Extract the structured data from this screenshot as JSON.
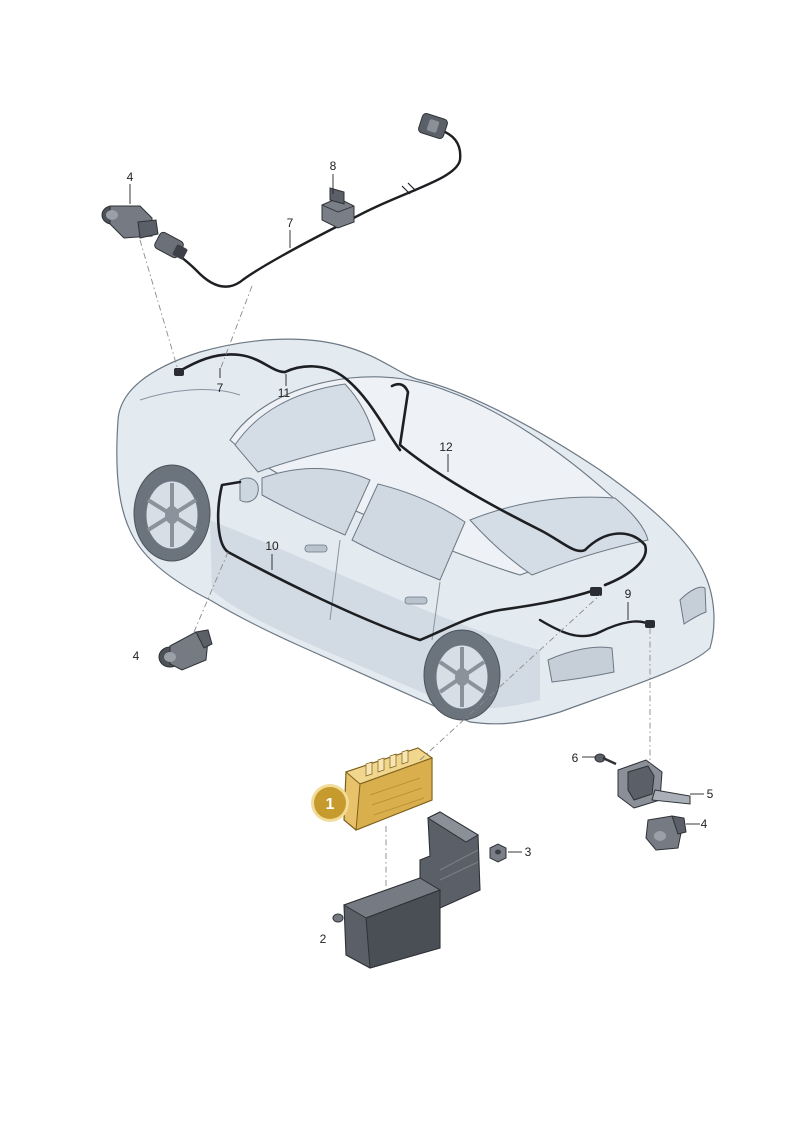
{
  "colors": {
    "car_body": "#e3eaf0",
    "car_shade": "#cdd7e0",
    "car_outline": "#6d7884",
    "glass": "#d4dde6",
    "cable": "#1d1f22",
    "part_dark": "#5b6068",
    "part_mid": "#8b9098",
    "highlight_part": "#e8c26a",
    "badge_fill": "#c79a2e",
    "badge_ring": "#f2dc9a"
  },
  "callouts": {
    "c1": "1",
    "c2": "2",
    "c3": "3",
    "c4_top": "4",
    "c4_left": "4",
    "c4_right": "4",
    "c5": "5",
    "c6": "6",
    "c7_top": "7",
    "c7_car": "7",
    "c8": "8",
    "c9": "9",
    "c10": "10",
    "c11": "11",
    "c12": "12"
  }
}
